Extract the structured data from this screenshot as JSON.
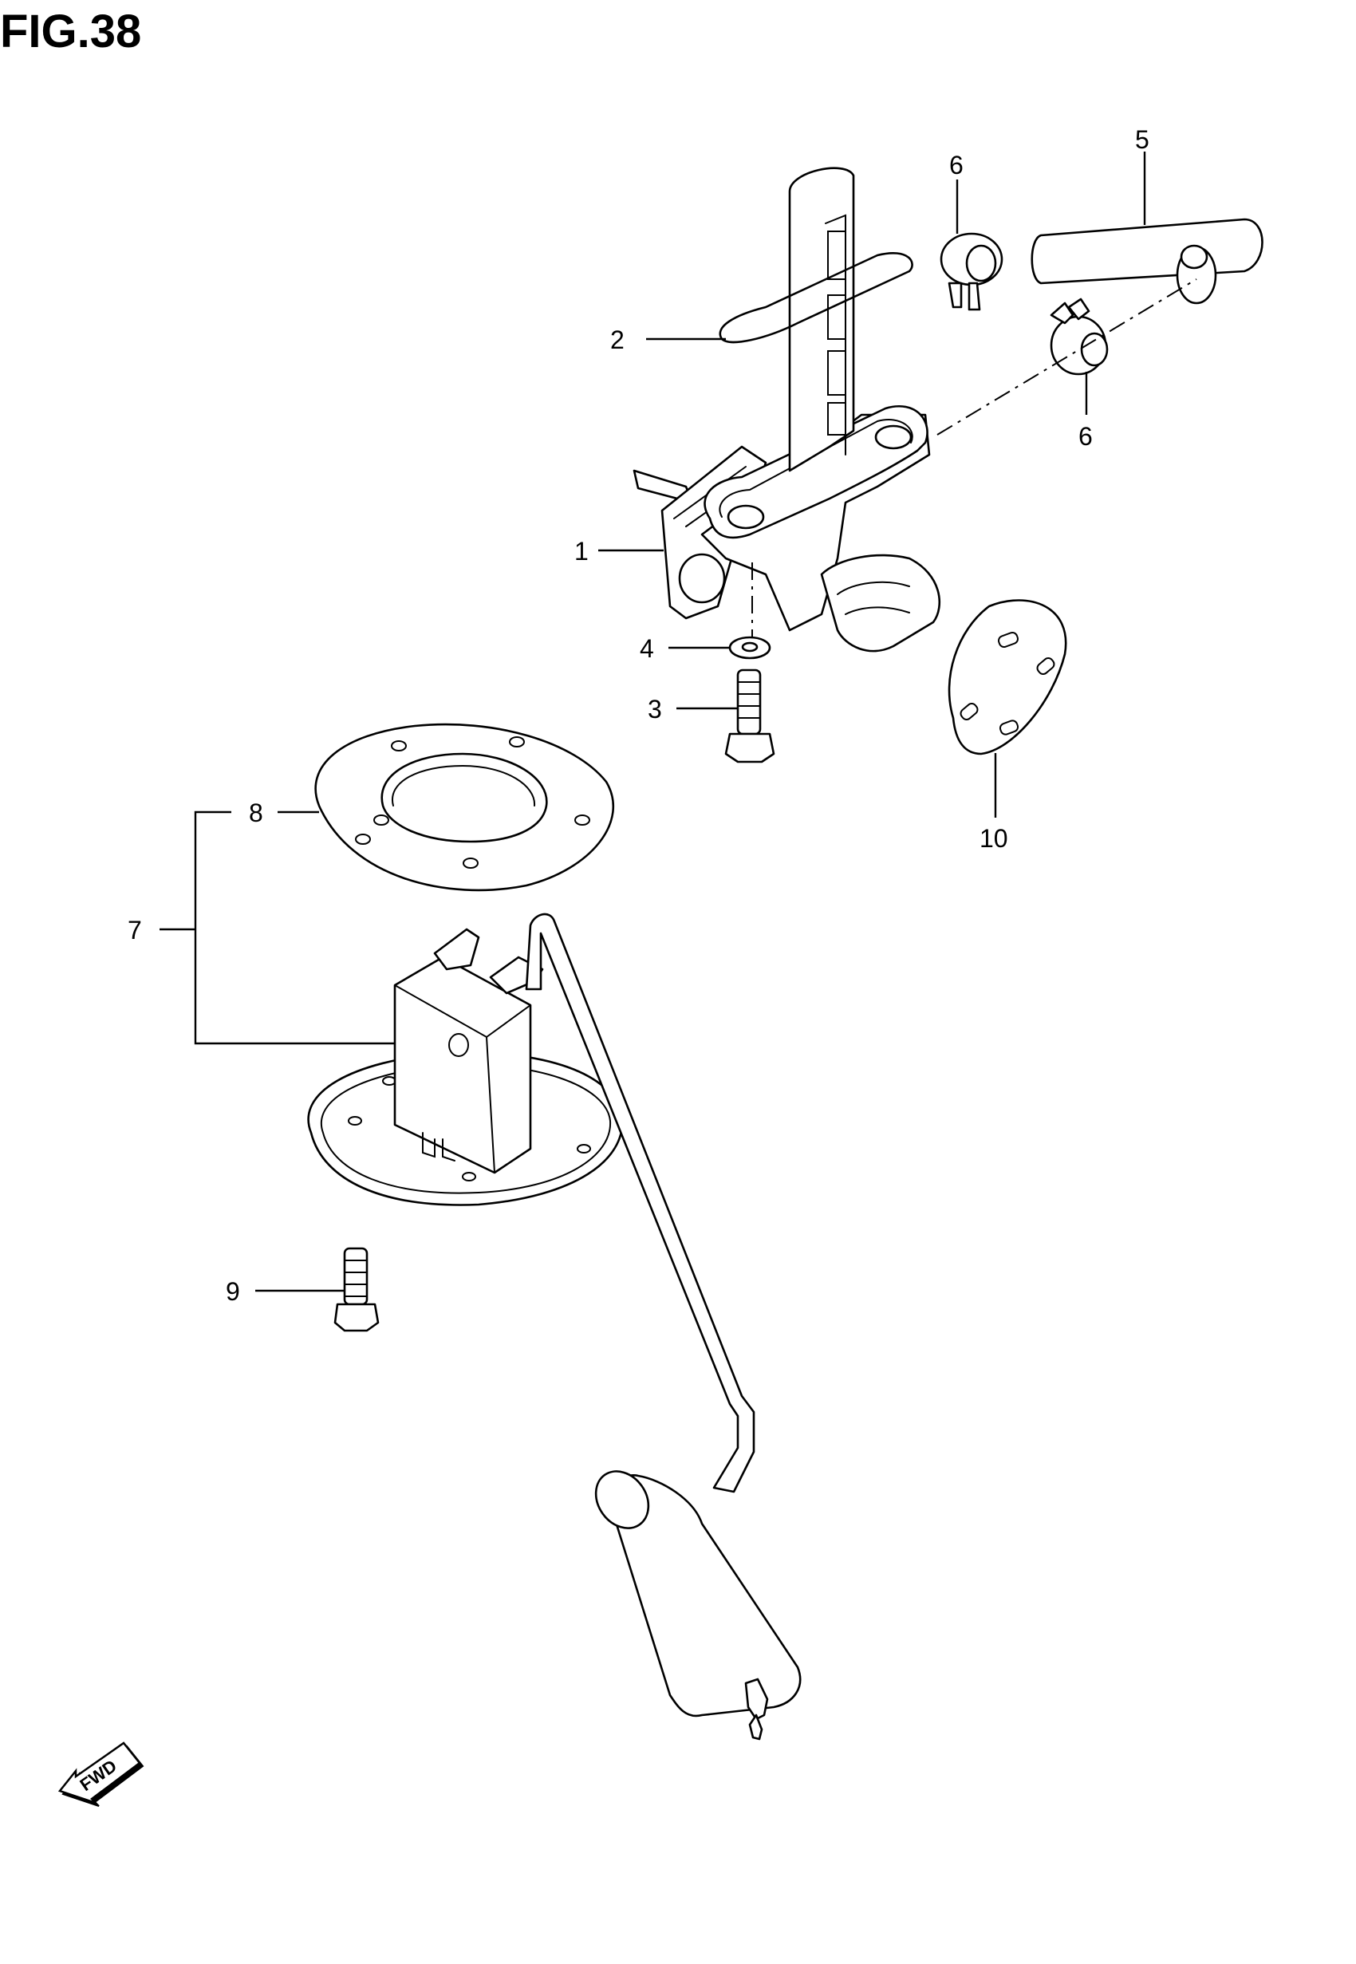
{
  "figure": {
    "title": "FIG.38"
  },
  "callouts": [
    {
      "id": "1",
      "text": "1"
    },
    {
      "id": "2",
      "text": "2"
    },
    {
      "id": "3",
      "text": "3"
    },
    {
      "id": "4",
      "text": "4"
    },
    {
      "id": "5",
      "text": "5"
    },
    {
      "id": "6a",
      "text": "6"
    },
    {
      "id": "6b",
      "text": "6"
    },
    {
      "id": "7",
      "text": "7"
    },
    {
      "id": "8",
      "text": "8"
    },
    {
      "id": "9",
      "text": "9"
    },
    {
      "id": "10",
      "text": "10"
    }
  ],
  "direction_badge": {
    "text": "FWD",
    "icon": "fwd-arrow-icon"
  }
}
